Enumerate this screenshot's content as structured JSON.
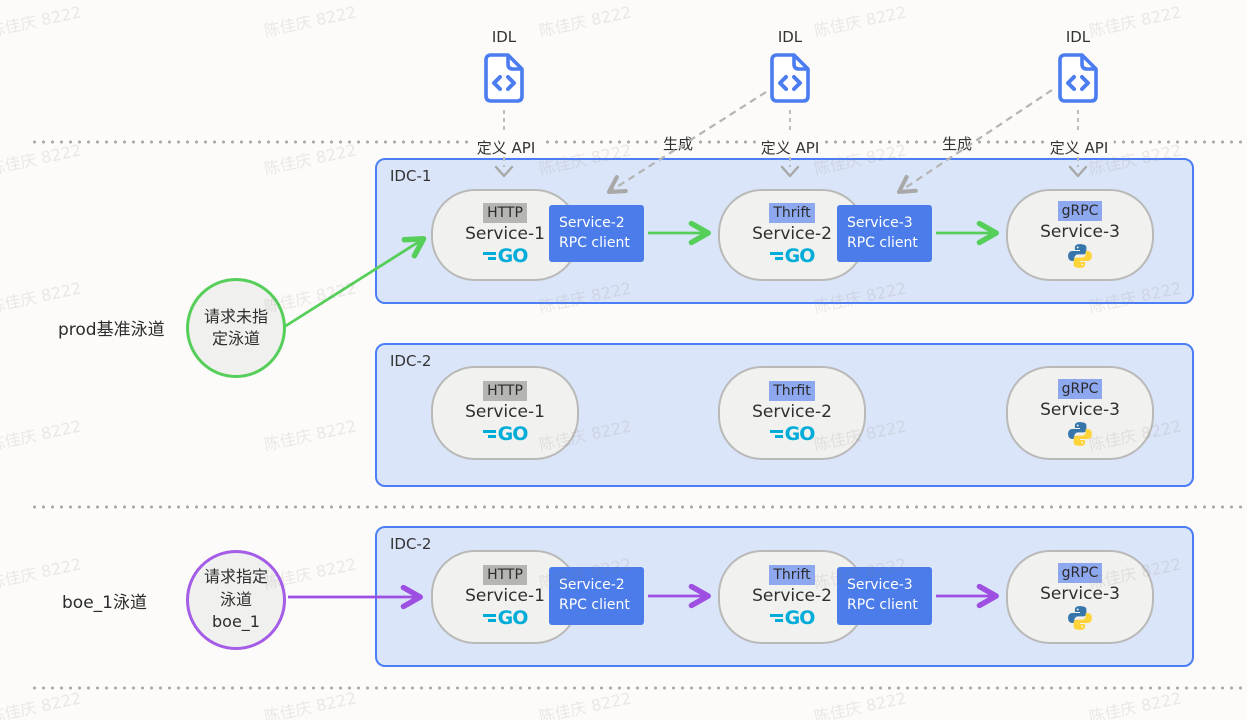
{
  "watermark": {
    "text": "陈佳庆 8222"
  },
  "idl": {
    "label": "IDL",
    "define_api": "定义 API",
    "generate": "生成"
  },
  "lane1": {
    "label": "prod基准泳道",
    "circle_line1": "请求未指",
    "circle_line2": "定泳道"
  },
  "lane2": {
    "label": "boe_1泳道",
    "circle_line1": "请求指定",
    "circle_line2": "泳道",
    "circle_line3": "boe_1"
  },
  "idc1": {
    "title": "IDC-1",
    "s1": {
      "protocol": "HTTP",
      "name": "Service-1"
    },
    "s2": {
      "protocol": "Thrift",
      "name": "Service-2"
    },
    "s3": {
      "protocol": "gRPC",
      "name": "Service-3"
    },
    "rpc2": {
      "line1": "Service-2",
      "line2": "RPC client"
    },
    "rpc3": {
      "line1": "Service-3",
      "line2": "RPC client"
    }
  },
  "idc2mid": {
    "title": "IDC-2",
    "s1": {
      "protocol": "HTTP",
      "name": "Service-1"
    },
    "s2": {
      "protocol": "Thrfit",
      "name": "Service-2"
    },
    "s3": {
      "protocol": "gRPC",
      "name": "Service-3"
    }
  },
  "idc2bot": {
    "title": "IDC-2",
    "s1": {
      "protocol": "HTTP",
      "name": "Service-1"
    },
    "s2": {
      "protocol": "Thrift",
      "name": "Service-2"
    },
    "s3": {
      "protocol": "gRPC",
      "name": "Service-3"
    },
    "rpc2": {
      "line1": "Service-2",
      "line2": "RPC client"
    },
    "rpc3": {
      "line1": "Service-3",
      "line2": "RPC client"
    }
  },
  "logos": {
    "go": "GO"
  },
  "colors": {
    "idc_border": "#4b7ef6",
    "idc_fill": "#dbe5f9",
    "rpc_client_fill": "#4b7ce9",
    "tag_gray": "#b5b5b3",
    "tag_blue": "#8ea8f0",
    "flow_green": "#55ce5a",
    "flow_purple": "#9d4fe2",
    "go_cyan": "#00acd8",
    "idl_blue": "#4b7cf0",
    "python_blue": "#3776ab",
    "python_yellow": "#ffd43b"
  }
}
